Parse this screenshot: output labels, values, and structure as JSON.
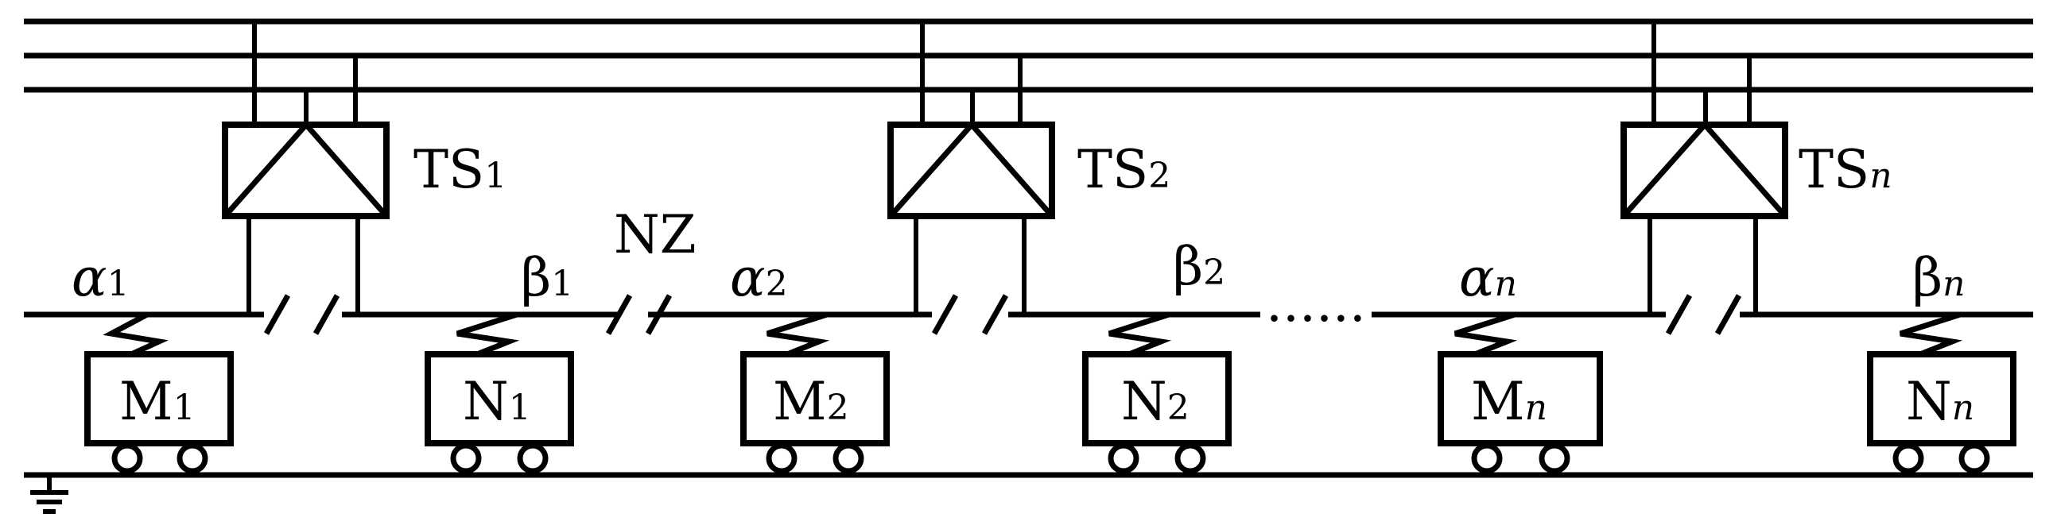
{
  "diagram": {
    "substations": [
      {
        "label": "TS",
        "sub": "1",
        "sub_italic": false
      },
      {
        "label": "TS",
        "sub": "2",
        "sub_italic": false
      },
      {
        "label": "TS",
        "sub": "n",
        "sub_italic": true
      }
    ],
    "neutral_zone": {
      "label": "NZ"
    },
    "sections": [
      {
        "label": "α",
        "sub": "1",
        "sub_italic": false
      },
      {
        "label": "β",
        "sub": "1",
        "sub_italic": false
      },
      {
        "label": "α",
        "sub": "2",
        "sub_italic": false
      },
      {
        "label": "β",
        "sub": "2",
        "sub_italic": false
      },
      {
        "label": "α",
        "sub": "n",
        "sub_italic": true
      },
      {
        "label": "β",
        "sub": "n",
        "sub_italic": true
      }
    ],
    "trains": [
      {
        "label": "M",
        "sub": "1",
        "sub_italic": false
      },
      {
        "label": "N",
        "sub": "1",
        "sub_italic": false
      },
      {
        "label": "M",
        "sub": "2",
        "sub_italic": false
      },
      {
        "label": "N",
        "sub": "2",
        "sub_italic": false
      },
      {
        "label": "M",
        "sub": "n",
        "sub_italic": true
      },
      {
        "label": "N",
        "sub": "n",
        "sub_italic": true
      }
    ],
    "ellipsis": "......",
    "icons": {
      "ground": "ground-icon",
      "transformer": "transformer-icon",
      "pantograph": "pantograph-icon",
      "wheel": "wheel-icon"
    }
  }
}
